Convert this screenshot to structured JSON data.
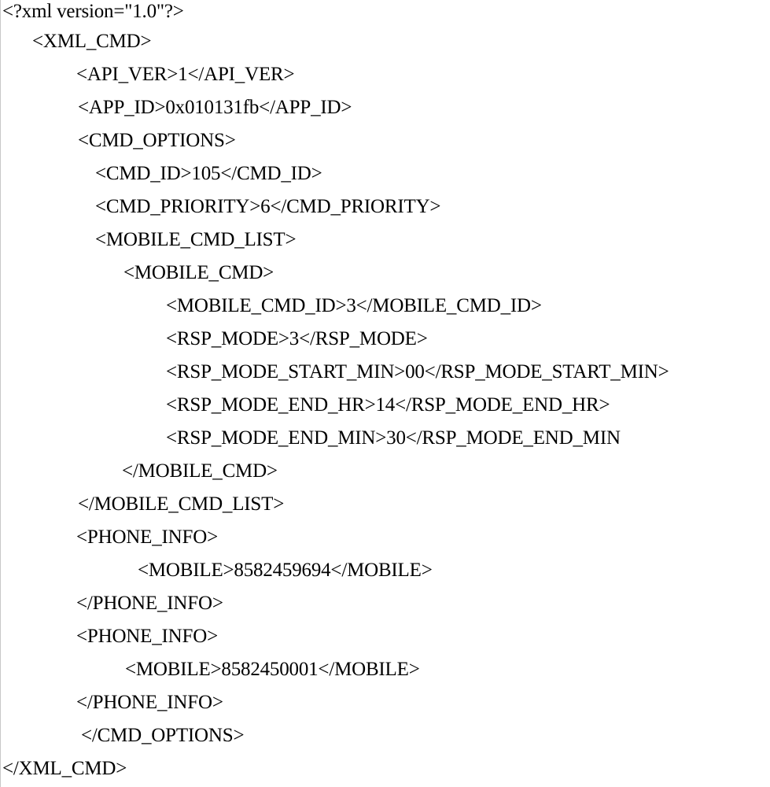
{
  "document": {
    "lines": [
      "<?xml version=\"1.0\"?>",
      "<XML_CMD>",
      "<API_VER>1</API_VER>",
      "<APP_ID>0x010131fb</APP_ID>",
      "<CMD_OPTIONS>",
      "<CMD_ID>105</CMD_ID>",
      "<CMD_PRIORITY>6</CMD_PRIORITY>",
      "<MOBILE_CMD_LIST>",
      "<MOBILE_CMD>",
      "<MOBILE_CMD_ID>3</MOBILE_CMD_ID>",
      "<RSP_MODE>3</RSP_MODE>",
      "<RSP_MODE_START_MIN>00</RSP_MODE_START_MIN>",
      "<RSP_MODE_END_HR>14</RSP_MODE_END_HR>",
      "<RSP_MODE_END_MIN>30</RSP_MODE_END_MIN",
      "</MOBILE_CMD>",
      "</MOBILE_CMD_LIST>",
      "<PHONE_INFO>",
      "<MOBILE>8582459694</MOBILE>",
      "</PHONE_INFO>",
      "<PHONE_INFO>",
      "<MOBILE>8582450001</MOBILE>",
      "</PHONE_INFO>",
      "</CMD_OPTIONS>",
      "</XML_CMD>"
    ]
  }
}
